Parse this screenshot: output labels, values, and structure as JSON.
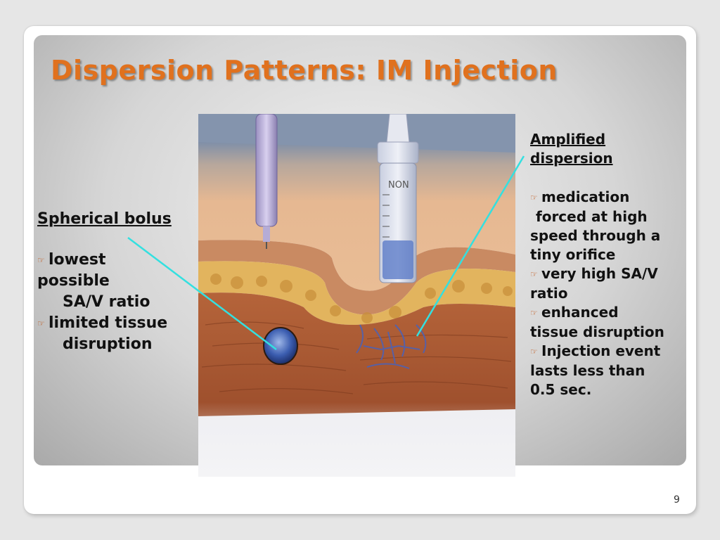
{
  "slide": {
    "title": "Dispersion Patterns:  IM  Injection",
    "page_number": "9",
    "title_color": "#e0711e",
    "bullet_icon": "pointing-hand-icon"
  },
  "left_panel": {
    "heading": "Spherical bolus",
    "bullet_1": [
      "lowest",
      "possible",
      "SA/V ratio"
    ],
    "bullet_2": [
      "limited tissue",
      "disruption"
    ]
  },
  "right_panel": {
    "heading": [
      "Amplified",
      "dispersion"
    ],
    "bullet_1": [
      "medication",
      "forced at high",
      "speed through a",
      "tiny orifice"
    ],
    "bullet_2": [
      "very high SA/V",
      "ratio"
    ],
    "bullet_3": [
      "enhanced",
      "tissue disruption"
    ],
    "bullet_4": [
      "Injection event",
      "lasts less than",
      "0.5 sec."
    ]
  },
  "illustration": {
    "syringe_label": "NON"
  }
}
